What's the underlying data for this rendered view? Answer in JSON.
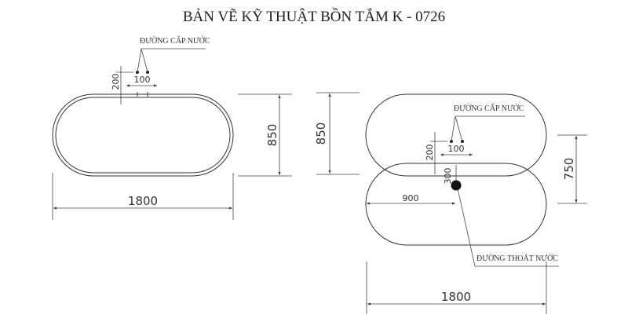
{
  "title": "BẢN VẼ KỸ THUẬT BỒN TẮM K - 0726",
  "left_view": {
    "water_supply_label": "ĐƯỜNG CẤP NƯỚC",
    "dim_200": "200",
    "dim_100": "100",
    "dim_850": "850",
    "dim_1800": "1800"
  },
  "right_view": {
    "water_supply_label": "ĐƯỜNG CẤP NƯỚC",
    "drain_label": "ĐƯỜNG THOÁT NƯỚC",
    "dim_200": "200",
    "dim_100": "100",
    "dim_300": "300",
    "dim_900": "900",
    "dim_850": "850",
    "dim_750": "750",
    "dim_1800": "1800"
  }
}
